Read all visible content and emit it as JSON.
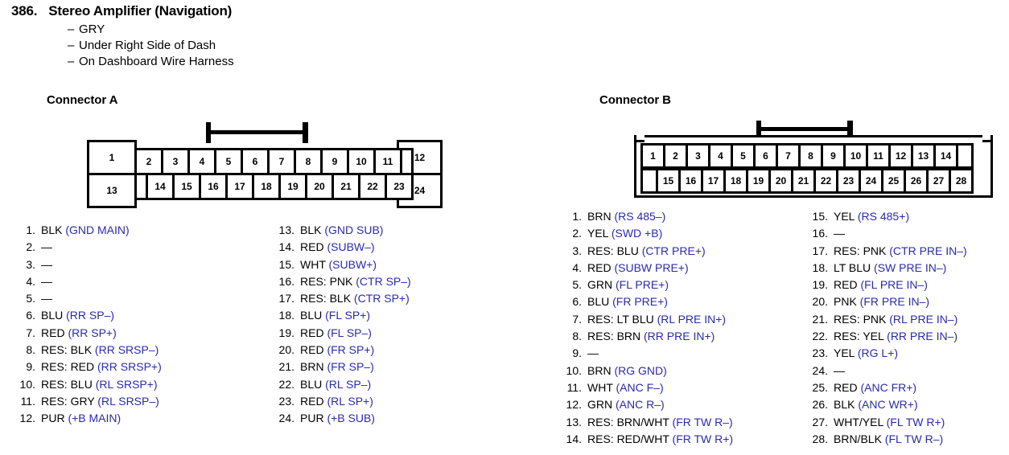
{
  "header": {
    "number": "386.",
    "title": "Stereo Amplifier (Navigation)",
    "notes": [
      "GRY",
      "Under Right Side of Dash",
      "On Dashboard Wire Harness"
    ],
    "dash": "–"
  },
  "colors": {
    "signal_blue": "#2b2ba8",
    "outline_black": "#000000",
    "background": "#ffffff"
  },
  "connectors": [
    {
      "heading": "Connector A",
      "top_pins": [
        "1",
        "2",
        "3",
        "4",
        "5",
        "6",
        "7",
        "8",
        "9",
        "10",
        "11",
        "12"
      ],
      "bottom_pins": [
        "13",
        "14",
        "15",
        "16",
        "17",
        "18",
        "19",
        "20",
        "21",
        "22",
        "23",
        "24"
      ]
    },
    {
      "heading": "Connector B",
      "top_pins": [
        "1",
        "2",
        "3",
        "4",
        "5",
        "6",
        "7",
        "8",
        "9",
        "10",
        "11",
        "12",
        "13",
        "14"
      ],
      "bottom_pins": [
        "15",
        "16",
        "17",
        "18",
        "19",
        "20",
        "21",
        "22",
        "23",
        "24",
        "25",
        "26",
        "27",
        "28"
      ]
    }
  ],
  "pin_lists": {
    "connector_a_col1": [
      {
        "n": "1.",
        "wire": "BLK",
        "signal": "(GND MAIN)"
      },
      {
        "n": "2.",
        "wire": "—",
        "signal": ""
      },
      {
        "n": "3.",
        "wire": "—",
        "signal": ""
      },
      {
        "n": "4.",
        "wire": "—",
        "signal": ""
      },
      {
        "n": "5.",
        "wire": "—",
        "signal": ""
      },
      {
        "n": "6.",
        "wire": "BLU",
        "signal": "(RR SP–)"
      },
      {
        "n": "7.",
        "wire": "RED",
        "signal": "(RR SP+)"
      },
      {
        "n": "8.",
        "wire": "RES: BLK",
        "signal": "(RR SRSP–)"
      },
      {
        "n": "9.",
        "wire": "RES: RED",
        "signal": "(RR SRSP+)"
      },
      {
        "n": "10.",
        "wire": "RES: BLU",
        "signal": "(RL SRSP+)"
      },
      {
        "n": "11.",
        "wire": "RES: GRY",
        "signal": "(RL SRSP–)"
      },
      {
        "n": "12.",
        "wire": "PUR",
        "signal": "(+B MAIN)"
      }
    ],
    "connector_a_col2": [
      {
        "n": "13.",
        "wire": "BLK",
        "signal": "(GND SUB)"
      },
      {
        "n": "14.",
        "wire": "RED",
        "signal": "(SUBW–)"
      },
      {
        "n": "15.",
        "wire": "WHT",
        "signal": "(SUBW+)"
      },
      {
        "n": "16.",
        "wire": "RES: PNK",
        "signal": "(CTR SP–)"
      },
      {
        "n": "17.",
        "wire": "RES: BLK",
        "signal": "(CTR SP+)"
      },
      {
        "n": "18.",
        "wire": "BLU",
        "signal": "(FL SP+)"
      },
      {
        "n": "19.",
        "wire": "RED",
        "signal": "(FL SP–)"
      },
      {
        "n": "20.",
        "wire": "RED",
        "signal": "(FR SP+)"
      },
      {
        "n": "21.",
        "wire": "BRN",
        "signal": "(FR SP–)"
      },
      {
        "n": "22.",
        "wire": "BLU",
        "signal": "(RL SP–)"
      },
      {
        "n": "23.",
        "wire": "RED",
        "signal": "(RL SP+)"
      },
      {
        "n": "24.",
        "wire": "PUR",
        "signal": "(+B SUB)"
      }
    ],
    "connector_b_col1": [
      {
        "n": "1.",
        "wire": "BRN",
        "signal": "(RS 485–)"
      },
      {
        "n": "2.",
        "wire": "YEL",
        "signal": "(SWD +B)"
      },
      {
        "n": "3.",
        "wire": "RES: BLU",
        "signal": "(CTR PRE+)"
      },
      {
        "n": "4.",
        "wire": "RED",
        "signal": "(SUBW PRE+)"
      },
      {
        "n": "5.",
        "wire": "GRN",
        "signal": "(FL PRE+)"
      },
      {
        "n": "6.",
        "wire": "BLU",
        "signal": "(FR PRE+)"
      },
      {
        "n": "7.",
        "wire": "RES: LT BLU",
        "signal": "(RL PRE IN+)"
      },
      {
        "n": "8.",
        "wire": "RES: BRN",
        "signal": "(RR PRE IN+)"
      },
      {
        "n": "9.",
        "wire": "—",
        "signal": ""
      },
      {
        "n": "10.",
        "wire": "BRN",
        "signal": "(RG GND)"
      },
      {
        "n": "11.",
        "wire": "WHT",
        "signal": "(ANC F–)"
      },
      {
        "n": "12.",
        "wire": "GRN",
        "signal": "(ANC R–)"
      },
      {
        "n": "13.",
        "wire": "RES: BRN/WHT",
        "signal": "(FR TW R–)"
      },
      {
        "n": "14.",
        "wire": "RES: RED/WHT",
        "signal": "(FR TW R+)"
      }
    ],
    "connector_b_col2": [
      {
        "n": "15.",
        "wire": "YEL",
        "signal": "(RS 485+)"
      },
      {
        "n": "16.",
        "wire": "—",
        "signal": ""
      },
      {
        "n": "17.",
        "wire": "RES: PNK",
        "signal": "(CTR PRE IN–)"
      },
      {
        "n": "18.",
        "wire": "LT BLU",
        "signal": "(SW PRE IN–)"
      },
      {
        "n": "19.",
        "wire": "RED",
        "signal": "(FL PRE IN–)"
      },
      {
        "n": "20.",
        "wire": "PNK",
        "signal": "(FR PRE IN–)"
      },
      {
        "n": "21.",
        "wire": "RES: PNK",
        "signal": "(RL PRE IN–)"
      },
      {
        "n": "22.",
        "wire": "RES: YEL",
        "signal": "(RR PRE IN–)"
      },
      {
        "n": "23.",
        "wire": "YEL",
        "signal": "(RG L+)"
      },
      {
        "n": "24.",
        "wire": "—",
        "signal": ""
      },
      {
        "n": "25.",
        "wire": "RED",
        "signal": "(ANC FR+)"
      },
      {
        "n": "26.",
        "wire": "BLK",
        "signal": "(ANC WR+)"
      },
      {
        "n": "27.",
        "wire": "WHT/YEL",
        "signal": "(FL TW R+)"
      },
      {
        "n": "28.",
        "wire": "BRN/BLK",
        "signal": "(FL TW R–)"
      }
    ]
  }
}
